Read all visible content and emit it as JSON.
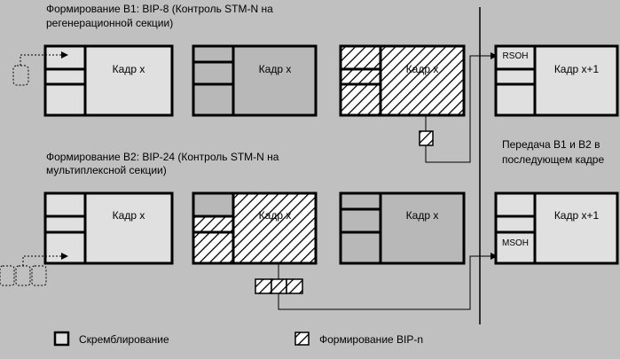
{
  "colors": {
    "background": "#c0c0c0",
    "frame_white": "#e0e0e0",
    "frame_gray": "#b8b8b8",
    "stroke": "#000000"
  },
  "captions": {
    "b1_line1": "Формирование В1: BIP-8 (Контроль STM-N на",
    "b1_line2": "регенерационной секции)",
    "b2_line1": "Формирование В2: BIP-24 (Контроль STM-N на",
    "b2_line2": "мультиплексной секции)",
    "transfer_line1": "Передача В1 и В2 в",
    "transfer_line2": "последующем кадре"
  },
  "frames": {
    "frame_x": "Кадр х",
    "frame_x_plus_1": "Кадр х+1",
    "rsoh": "RSOH",
    "msoh": "MSOH"
  },
  "legend": {
    "scrambling": "Скремблирование",
    "bip_forming": "Формирование BIP-n"
  }
}
